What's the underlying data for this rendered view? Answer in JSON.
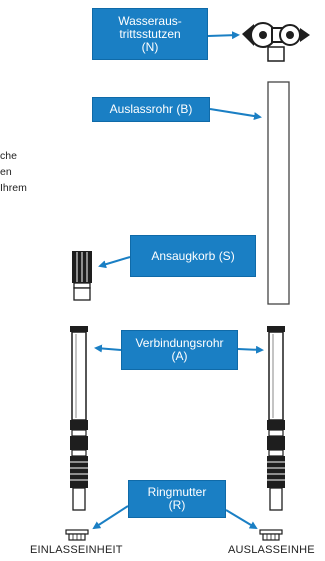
{
  "labels": {
    "n_line1": "Wasseraus-",
    "n_line2": "trittsstutzen",
    "n_line3": "(N)",
    "b": "Auslassrohr (B)",
    "s": "Ansaugkorb (S)",
    "a_line1": "Verbindungsrohr",
    "a_line2": "(A)",
    "r_line1": "Ringmutter",
    "r_line2": "(R)"
  },
  "side_note": {
    "line1": "che",
    "line2": "en",
    "line3": "Ihrem"
  },
  "captions": {
    "left": "EINLASSEINHEIT",
    "right": "AUSLASSEINHE"
  },
  "colors": {
    "label_bg": "#1a7fc4",
    "arrow": "#1a7fc4",
    "part_dark": "#1e1e1e",
    "part_outline": "#444444"
  }
}
